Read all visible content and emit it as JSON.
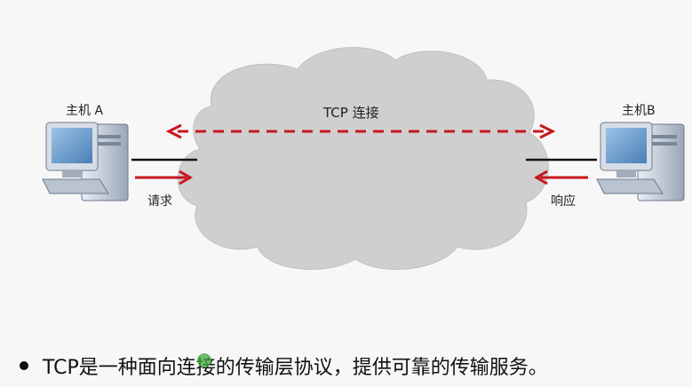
{
  "diagram": {
    "host_a_label": "主机 A",
    "host_b_label": "主机B",
    "cloud_label": "TCP 连接",
    "request_label": "请求",
    "response_label": "响应",
    "arrow_color": "#c8171e",
    "cloud_color": "#cfcfcf"
  },
  "caption": {
    "text": "TCP是一种面向连接的传输层协议，提供可靠的传输服务。"
  }
}
